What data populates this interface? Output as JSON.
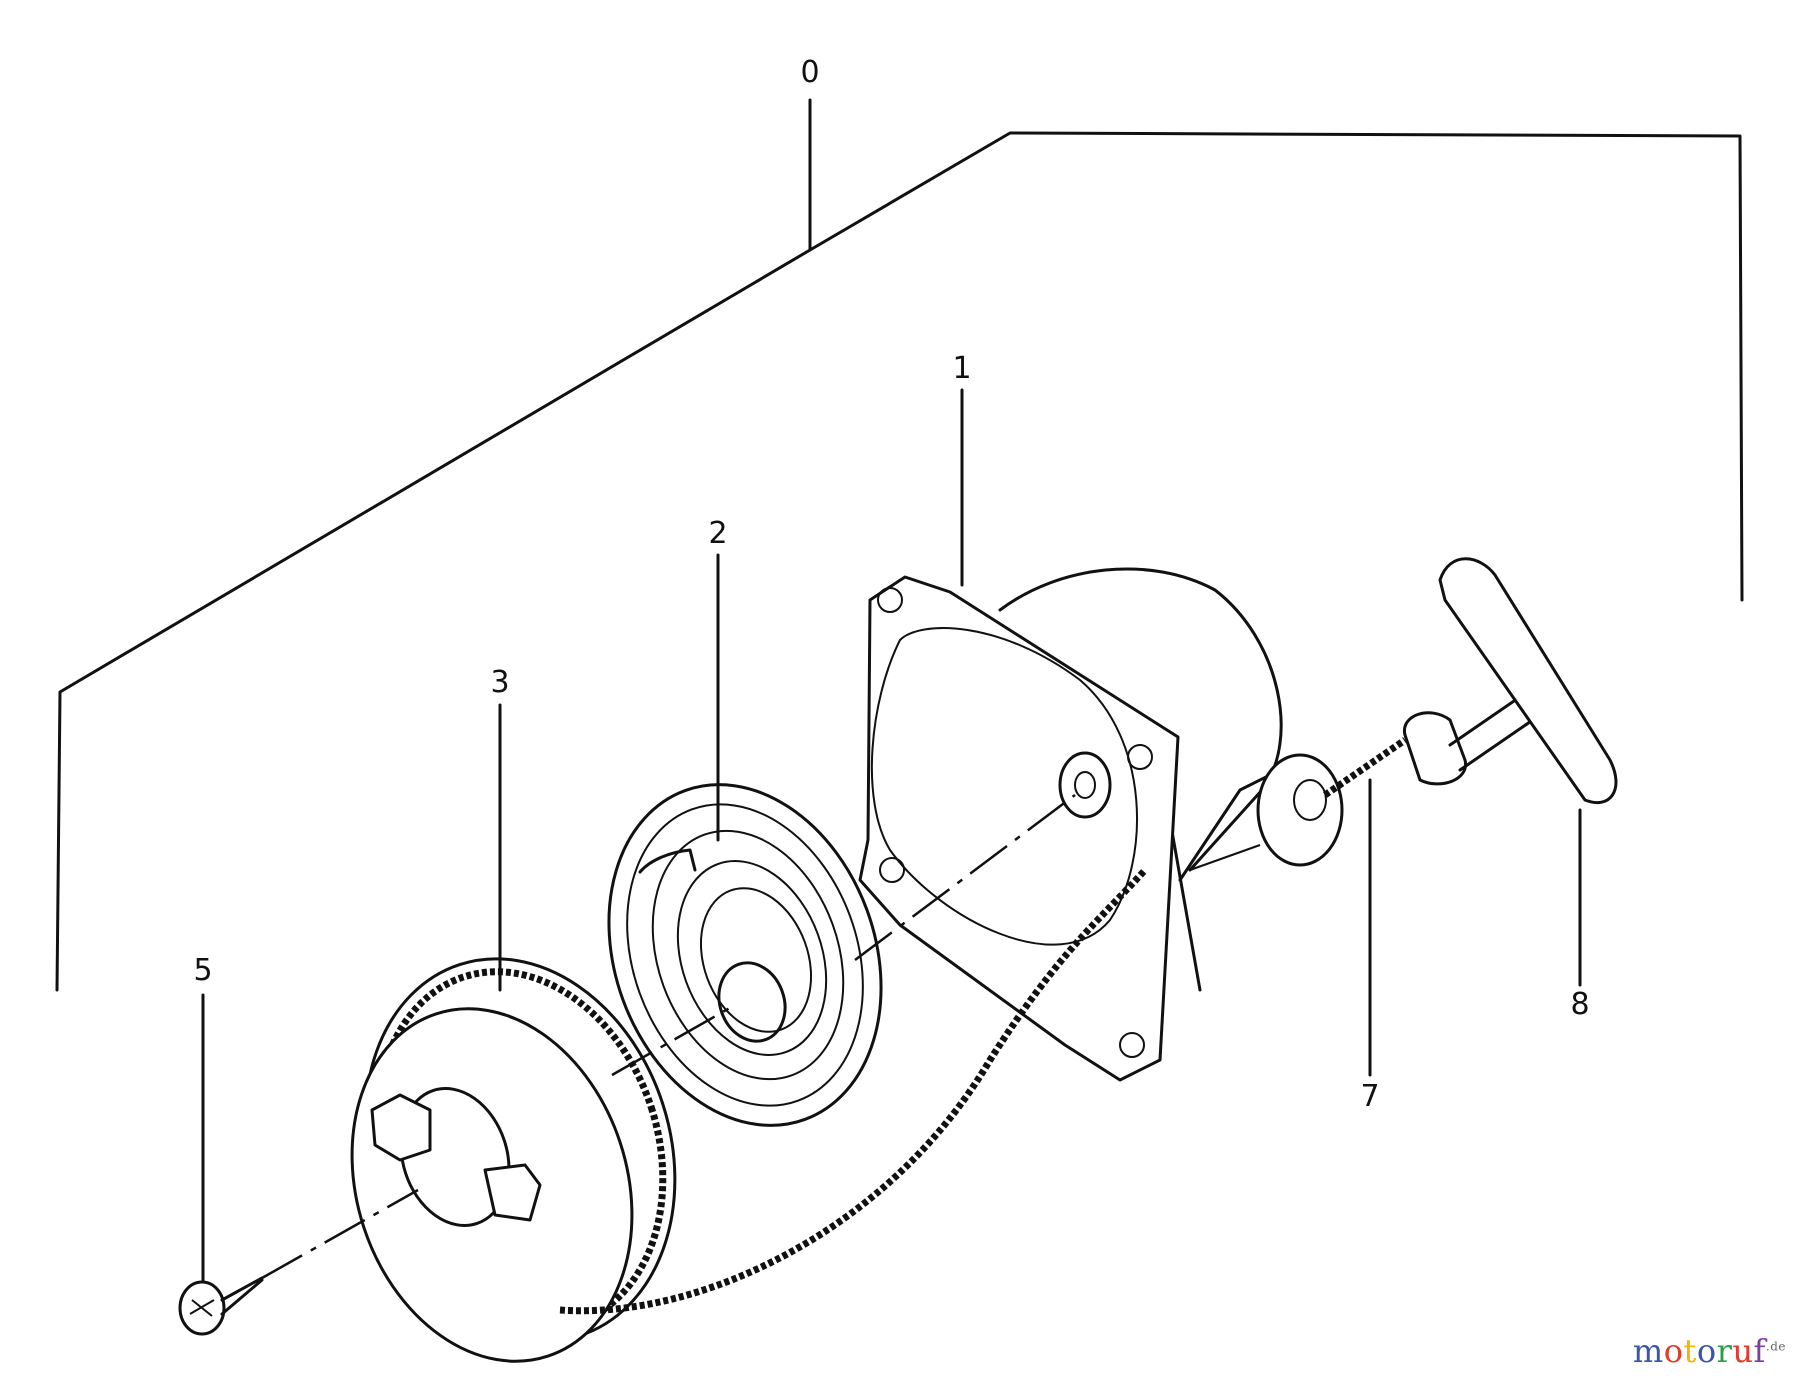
{
  "diagram": {
    "labels": {
      "p0": "0",
      "p1": "1",
      "p2": "2",
      "p3": "3",
      "p5": "5",
      "p7": "7",
      "p8": "8"
    }
  },
  "watermark": {
    "text": "motoruf",
    "suffix": ".de",
    "letter_colors": [
      "#3a57a7",
      "#e23b2b",
      "#f4b400",
      "#3a57a7",
      "#2e9d48",
      "#e23b2b",
      "#7a3fa0"
    ]
  }
}
